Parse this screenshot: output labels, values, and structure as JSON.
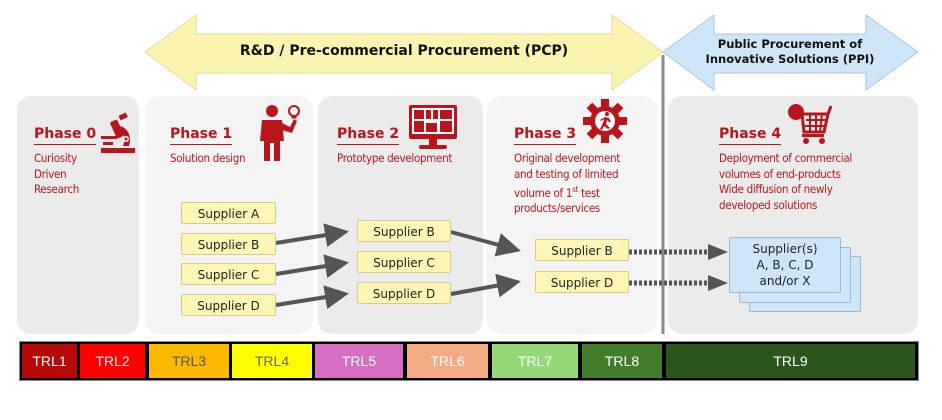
{
  "arrows": {
    "pcp": {
      "label": "R&D / Pre-commercial Procurement (PCP)",
      "color": "#fbf3b0"
    },
    "ppi": {
      "label_line1": "Public Procurement of",
      "label_line2": "Innovative Solutions (PPI)",
      "color": "#cfe5f8"
    }
  },
  "phases": [
    {
      "title": "Phase 0",
      "desc": [
        "Curiosity",
        "Driven",
        "Research"
      ],
      "icon": "microscope-icon"
    },
    {
      "title": "Phase 1",
      "desc": [
        "Solution design"
      ],
      "icon": "person-lightbulb-icon"
    },
    {
      "title": "Phase 2",
      "desc": [
        "Prototype development"
      ],
      "icon": "monitor-dashboard-icon"
    },
    {
      "title": "Phase 3",
      "desc": [
        "Original development",
        "and testing of limited",
        "volume of 1st test",
        "products/services"
      ],
      "icon": "gear-runner-icon"
    },
    {
      "title": "Phase 4",
      "desc": [
        "Deployment of commercial",
        "volumes of end-products",
        "Wide diffusion of newly",
        "developed solutions"
      ],
      "icon": "shopping-cart-icon"
    }
  ],
  "phase3_desc": {
    "line3_pre": "volume of 1",
    "line3_sup": "st",
    "line3_post": " test"
  },
  "suppliers": {
    "phase1": [
      "Supplier A",
      "Supplier B",
      "Supplier C",
      "Supplier D"
    ],
    "phase2": [
      "Supplier B",
      "Supplier C",
      "Supplier D"
    ],
    "phase3": [
      "Supplier B",
      "Supplier D"
    ],
    "phase4": [
      "Supplier(s)",
      "A, B, C, D",
      "and/or X"
    ]
  },
  "trl": [
    {
      "label": "TRL1",
      "color": "#b70808",
      "text": "#ffffff"
    },
    {
      "label": "TRL2",
      "color": "#ff0000",
      "text": "#ffffff"
    },
    {
      "label": "TRL3",
      "color": "#fdb900",
      "text": "#555555"
    },
    {
      "label": "TRL4",
      "color": "#ffff00",
      "text": "#666666"
    },
    {
      "label": "TRL5",
      "color": "#d66fc4",
      "text": "#ffffff"
    },
    {
      "label": "TRL6",
      "color": "#f2ab82",
      "text": "#ffffff"
    },
    {
      "label": "TRL7",
      "color": "#94d977",
      "text": "#ffffff"
    },
    {
      "label": "TRL8",
      "color": "#437c2b",
      "text": "#ffffff"
    },
    {
      "label": "TRL9",
      "color": "#2c561b",
      "text": "#ffffff"
    }
  ],
  "colors": {
    "accent": "#b8161c",
    "panel_light": "#f4f4f4",
    "panel_dark": "#ebebeb",
    "flow_arrow": "#555555"
  }
}
